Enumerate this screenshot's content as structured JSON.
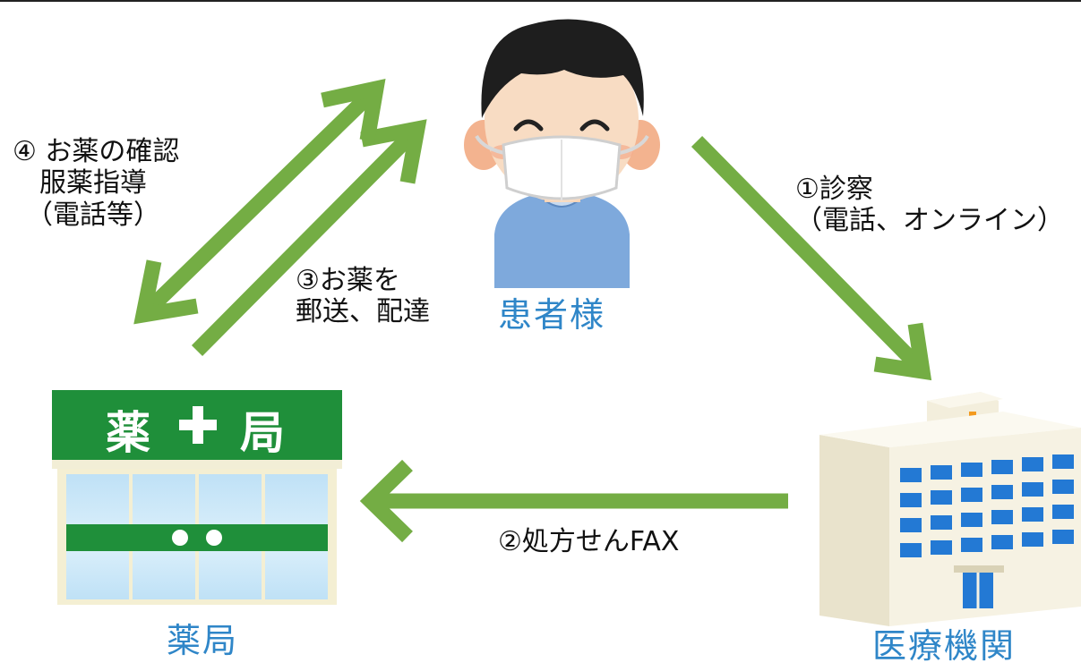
{
  "diagram": {
    "nodes": {
      "patient": {
        "label": "患者様"
      },
      "pharmacy": {
        "label": "薬局",
        "sign_left": "薬",
        "sign_right": "局"
      },
      "hospital": {
        "label": "医療機関"
      }
    },
    "edges": {
      "consultation": {
        "text": "①診察\n（電話、オンライン）"
      },
      "prescription_fax": {
        "text": "②処方せんFAX"
      },
      "delivery": {
        "text": "③お薬を\n郵送、配達"
      },
      "guidance": {
        "text": "④ お薬の確認\n　服薬指導\n　（電話等）"
      }
    },
    "colors": {
      "arrow": "#74ad44",
      "label": "#2f86c8",
      "pharmacy_green": "#1f8f3a",
      "hospital_orange": "#f39a1e",
      "window_blue": "#2379d4"
    }
  }
}
